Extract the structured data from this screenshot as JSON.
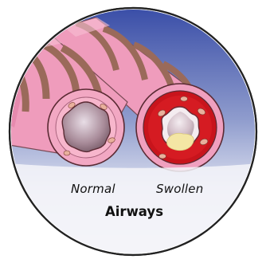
{
  "labels": {
    "normal": "Normal",
    "swollen": "Swollen",
    "title": "Airways"
  },
  "colors": {
    "background_top": "#3b4fa8",
    "background_bottom": "#e9eaf3",
    "airway_wall": "#ef9cbc",
    "airway_band": "#9a6a5a",
    "inflamed_tissue": "#c8141c",
    "mucus": "#f4e6a4",
    "lumen": "#8a6e7a"
  },
  "icons": [
    "airways-illustration"
  ]
}
